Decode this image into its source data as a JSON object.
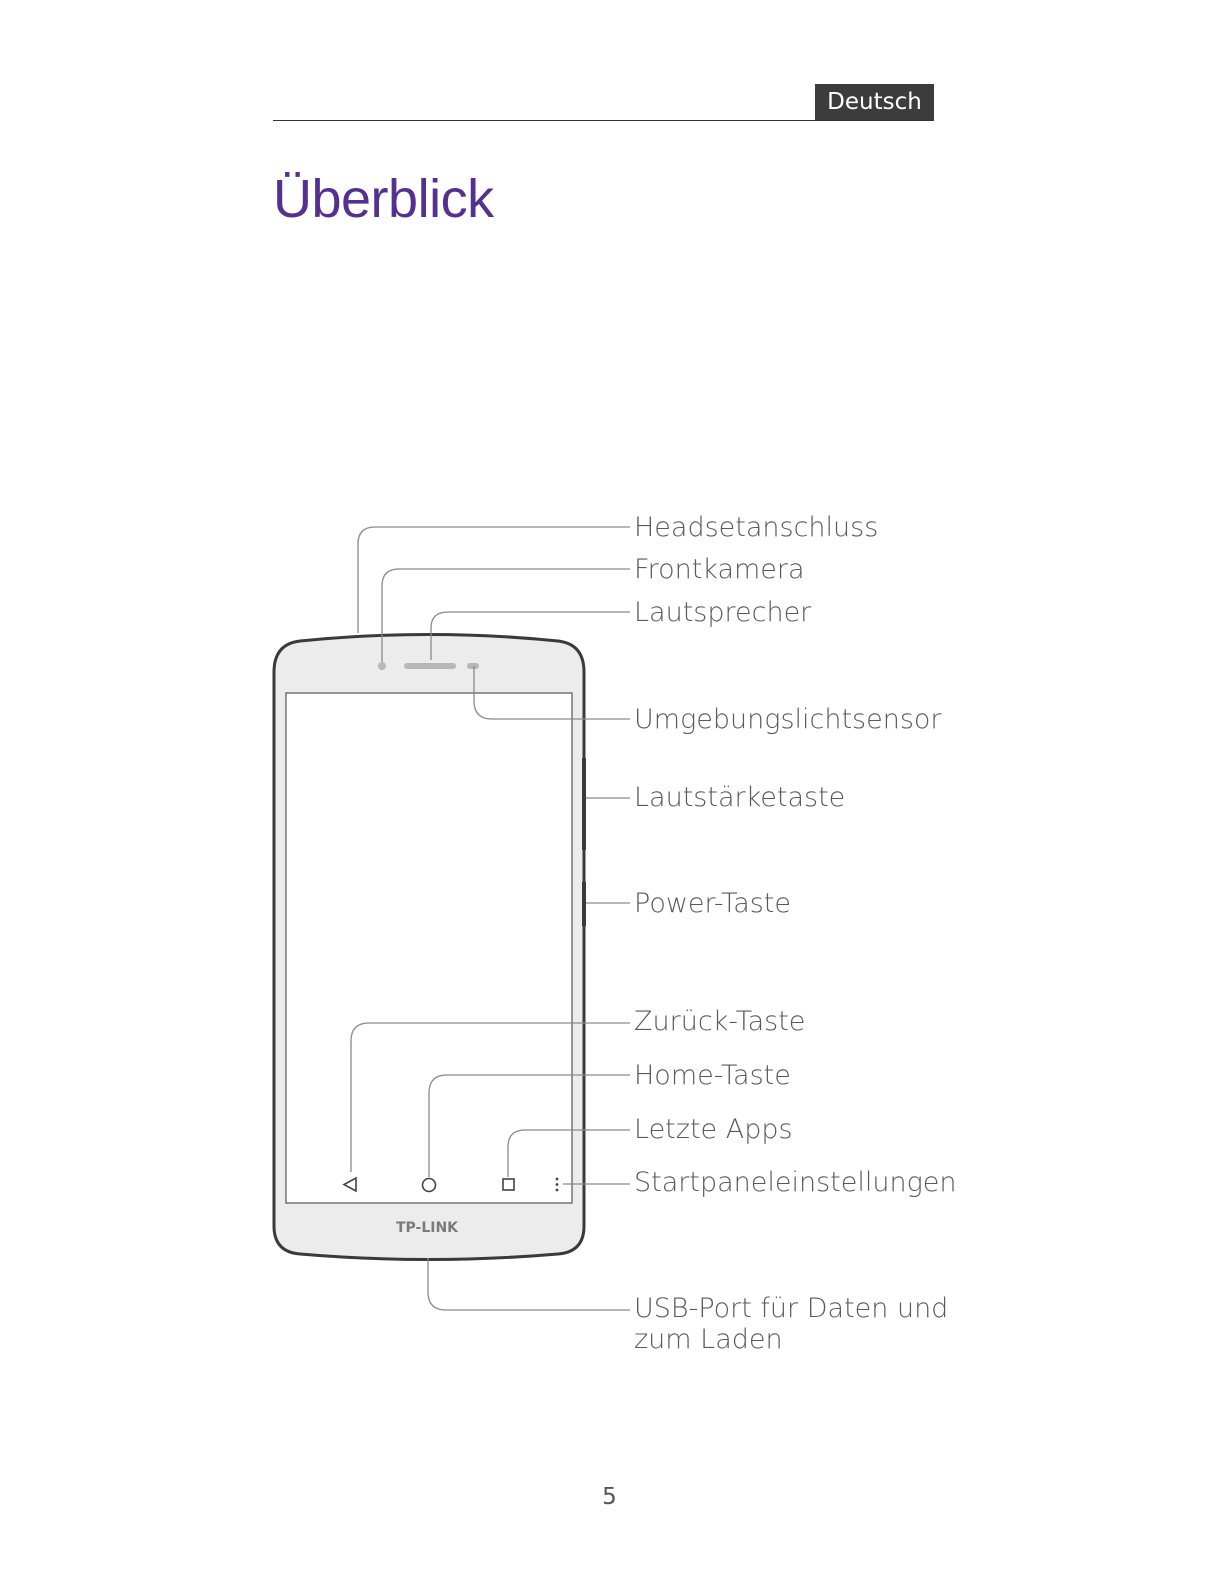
{
  "header": {
    "language": "Deutsch"
  },
  "title": "Überblick",
  "phone": {
    "brand": "TP-LINK"
  },
  "labels": {
    "headset": "Headsetanschluss",
    "front_camera": "Frontkamera",
    "speaker": "Lautsprecher",
    "ambient_light": "Umgebungslichtsensor",
    "volume": "Lautstärketaste",
    "power": "Power-Taste",
    "back": "Zurück-Taste",
    "home": "Home-Taste",
    "recent_apps": "Letzte Apps",
    "home_settings": "Startpaneleinstellungen",
    "usb_line1": "USB-Port für Daten und",
    "usb_line2": "zum Laden"
  },
  "footer": {
    "page_number": "5"
  },
  "colors": {
    "title": "#553090",
    "tab": "#3c3c3c",
    "phone_body": "#ececec",
    "outline": "#3a3a3a",
    "leader": "#8a8a8a"
  }
}
